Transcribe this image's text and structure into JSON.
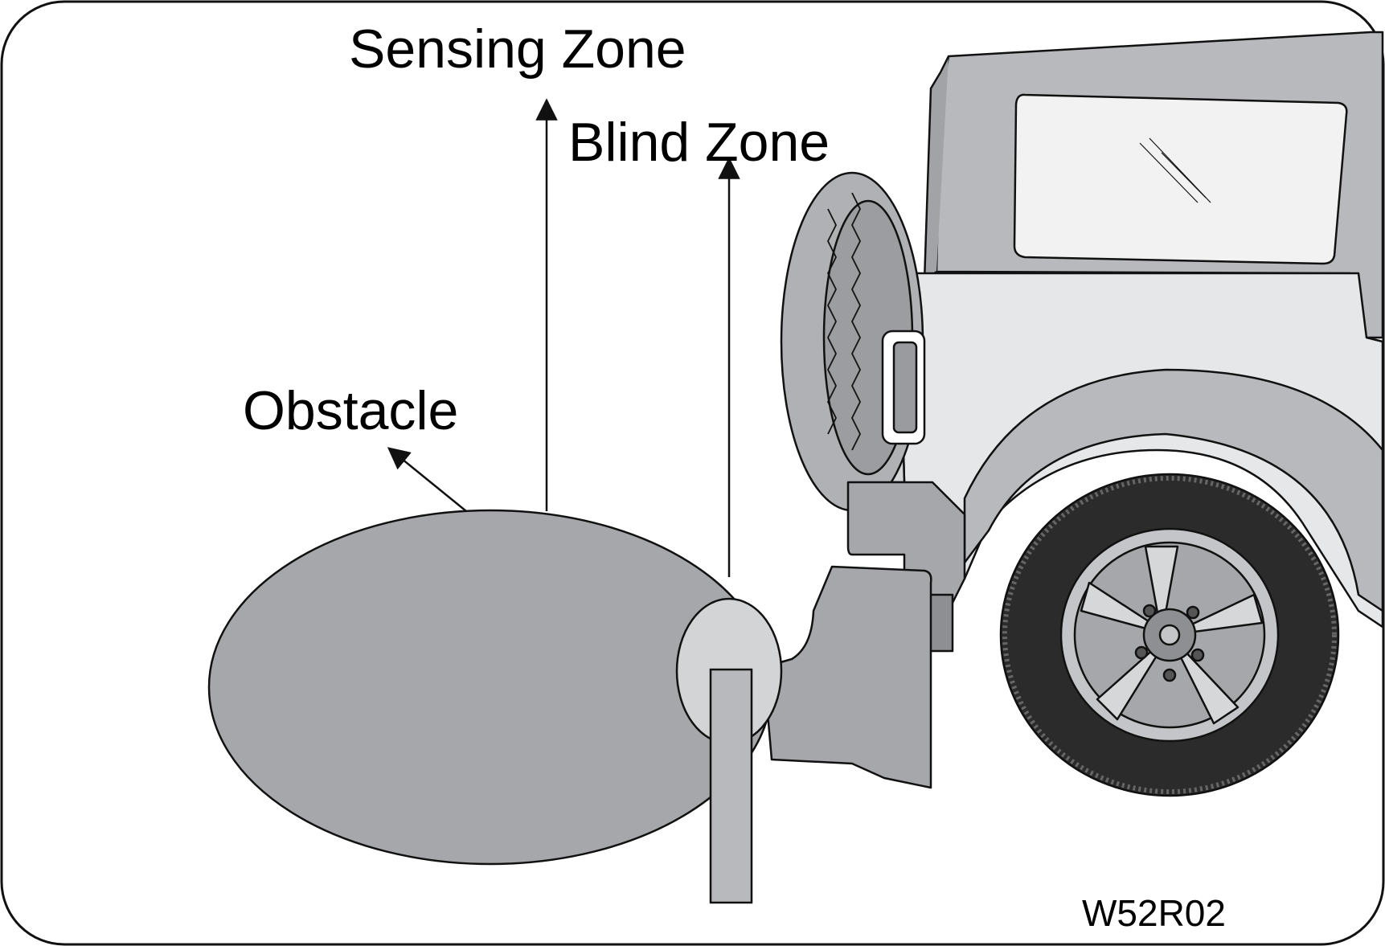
{
  "labels": {
    "sensing_zone": "Sensing Zone",
    "blind_zone": "Blind Zone",
    "obstacle": "Obstacle",
    "figure_code": "W52R02"
  },
  "colors": {
    "outline": "#111111",
    "zone_fill": "#a6a7aa",
    "blind_zone_fill": "#d3d4d6",
    "body_light": "#e6e7e8",
    "body_mid": "#b8b9bc",
    "body_dark": "#8e8f92",
    "tire": "#2b2b2b",
    "window": "#f2f2f2"
  },
  "icons": {
    "vehicle": "suv-rear-illustration",
    "sensor_post": "obstacle-post"
  }
}
